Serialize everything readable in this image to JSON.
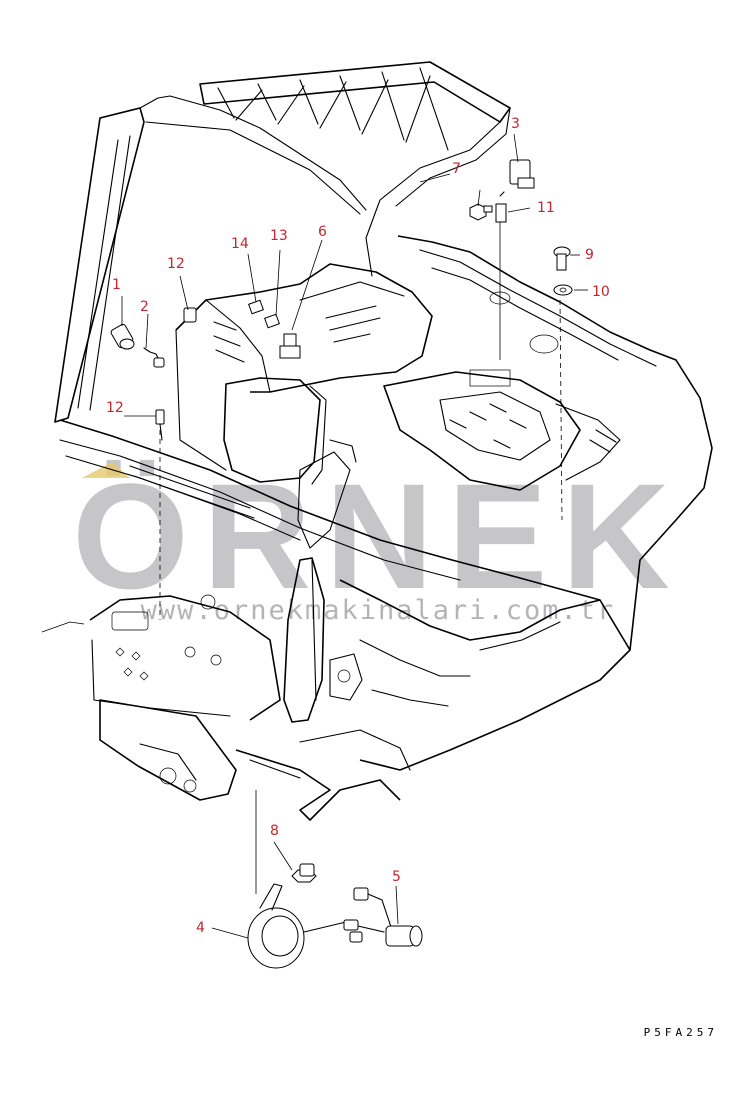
{
  "watermark": {
    "brand": "ÖRNEK",
    "url": "www.ornekmakinalari.com.tr",
    "color": "#b4b4b8"
  },
  "drawing_code": "P5FA257",
  "callouts": {
    "c1": "1",
    "c2": "2",
    "c3": "3",
    "c4": "4",
    "c5": "5",
    "c6": "6",
    "c7": "7",
    "c8": "8",
    "c9": "9",
    "c10": "10",
    "c11": "11",
    "c12a": "12",
    "c12b": "12",
    "c13": "13",
    "c14": "14"
  },
  "colors": {
    "callout": "#c1272d",
    "line": "#000000",
    "background": "#ffffff"
  }
}
